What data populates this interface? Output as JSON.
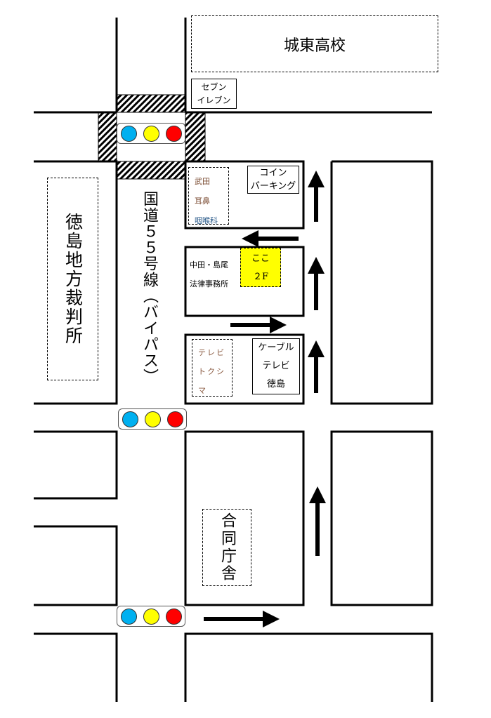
{
  "title_school": "城東高校",
  "seven_eleven": [
    "セブン",
    "イレブン"
  ],
  "clinic": [
    "武田",
    "耳鼻",
    "咽喉科"
  ],
  "coin_parking": [
    "コイン",
    "パーキング"
  ],
  "law_office": [
    "中田・島尾",
    "法律事務所"
  ],
  "here": [
    "ここ",
    "２F"
  ],
  "tv_tokushima": [
    "テレビ",
    "トクシ",
    "マ"
  ],
  "cable_tv": [
    "ケーブル",
    "テレビ",
    "徳島"
  ],
  "court": "徳島地方裁判所",
  "route": "国道５５号線（バイパス）",
  "gov_building": "合同庁舎",
  "colors": {
    "here_bg": "#ffff00",
    "lamp_blue": "#00b0f0",
    "lamp_yellow": "#ffff00",
    "lamp_red": "#ff0000"
  }
}
